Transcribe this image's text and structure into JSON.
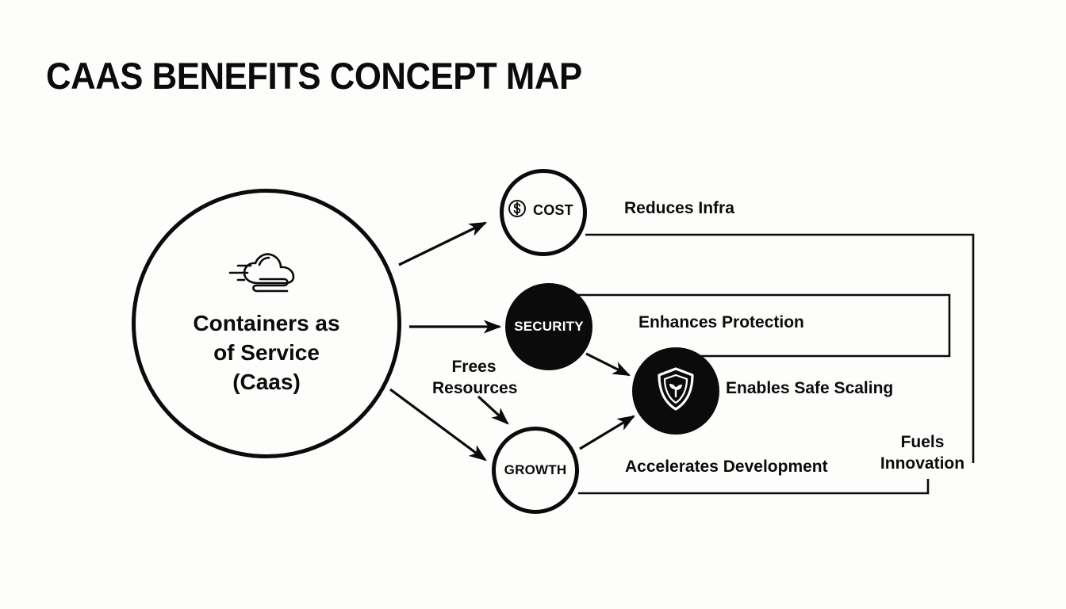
{
  "page": {
    "title": "CAAS BENEFITS CONCEPT MAP",
    "background_color": "#fdfdfc",
    "ink_color": "#0b0b0b"
  },
  "hub": {
    "icon": "cloud-wind-icon",
    "label": "Containers as\nof Service\n(Caas)"
  },
  "nodes": [
    {
      "id": "cost",
      "label": "COST",
      "icon": "dollar-circle-icon",
      "style": "outline"
    },
    {
      "id": "security",
      "label": "SECURITY",
      "icon": "none",
      "style": "filled"
    },
    {
      "id": "shield",
      "label": "",
      "icon": "shield-leaf-icon",
      "style": "filled"
    },
    {
      "id": "growth",
      "label": "GROWTH",
      "icon": "none",
      "style": "outline"
    }
  ],
  "edge_labels": {
    "reduces_infra": "Reduces Infra",
    "enhances_protection": "Enhances Protection",
    "enables_safe_scaling": "Enables Safe Scaling",
    "accelerates_development": "Accelerates Development",
    "frees_resources": "Frees\nResources",
    "fuels_innovation": "Fuels\nInnovation"
  },
  "chart_data": {
    "type": "diagram",
    "title": "CAAS BENEFITS CONCEPT MAP",
    "nodes": [
      {
        "id": "hub",
        "label": "Containers as of Service (Caas)",
        "shape": "circle",
        "fill": "white",
        "stroke": "#0b0b0b"
      },
      {
        "id": "cost",
        "label": "COST",
        "shape": "circle",
        "fill": "white",
        "stroke": "#0b0b0b"
      },
      {
        "id": "security",
        "label": "SECURITY",
        "shape": "circle",
        "fill": "#0b0b0b",
        "stroke": "none"
      },
      {
        "id": "shield",
        "label": "",
        "shape": "circle",
        "fill": "#0b0b0b",
        "stroke": "none"
      },
      {
        "id": "growth",
        "label": "GROWTH",
        "shape": "circle",
        "fill": "white",
        "stroke": "#0b0b0b"
      }
    ],
    "edges": [
      {
        "from": "hub",
        "to": "cost",
        "label": "",
        "style": "arrow"
      },
      {
        "from": "hub",
        "to": "security",
        "label": "",
        "style": "arrow"
      },
      {
        "from": "hub",
        "to": "growth",
        "label": "Frees Resources",
        "style": "arrow"
      },
      {
        "from": "security",
        "to": "shield",
        "label": "",
        "style": "arrow"
      },
      {
        "from": "growth",
        "to": "shield",
        "label": "",
        "style": "arrow"
      },
      {
        "from": "cost",
        "to": "right",
        "label": "Reduces Infra",
        "style": "orthogonal"
      },
      {
        "from": "security",
        "to": "shield",
        "label": "Enhances Protection",
        "style": "orthogonal"
      },
      {
        "from": "shield",
        "to": "right",
        "label": "Enables Safe Scaling",
        "style": "orthogonal"
      },
      {
        "from": "growth",
        "to": "right",
        "label": "Accelerates Development",
        "style": "orthogonal"
      },
      {
        "from": "cost",
        "to": "growth",
        "label": "Fuels Innovation",
        "style": "orthogonal"
      }
    ]
  }
}
